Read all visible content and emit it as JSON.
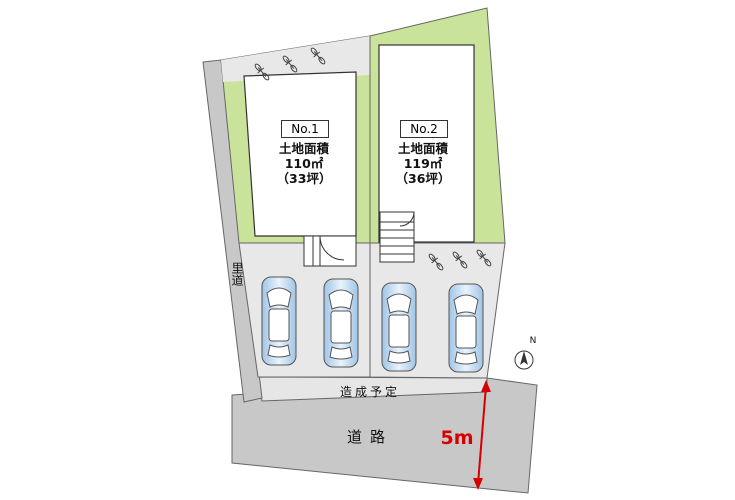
{
  "plots": [
    {
      "id": "No.1",
      "label": "No.1",
      "area_title": "土地面積",
      "area": "110㎡",
      "tsubo": "（33坪）"
    },
    {
      "id": "No.2",
      "label": "No.2",
      "area_title": "土地面積",
      "area": "119㎡",
      "tsubo": "（36坪）"
    }
  ],
  "labels": {
    "satomichi": "里道",
    "planned_road": "造成予定",
    "road": "道路",
    "width": "5m",
    "north": "N"
  },
  "colors": {
    "road_gray": "#c8c8c8",
    "gravel": "#e8e8e8",
    "lawn": "#c9e39b",
    "building": "#ffffff",
    "dimension": "#d60000",
    "car_blue": "#b9d6ee"
  },
  "cars_count": 4
}
